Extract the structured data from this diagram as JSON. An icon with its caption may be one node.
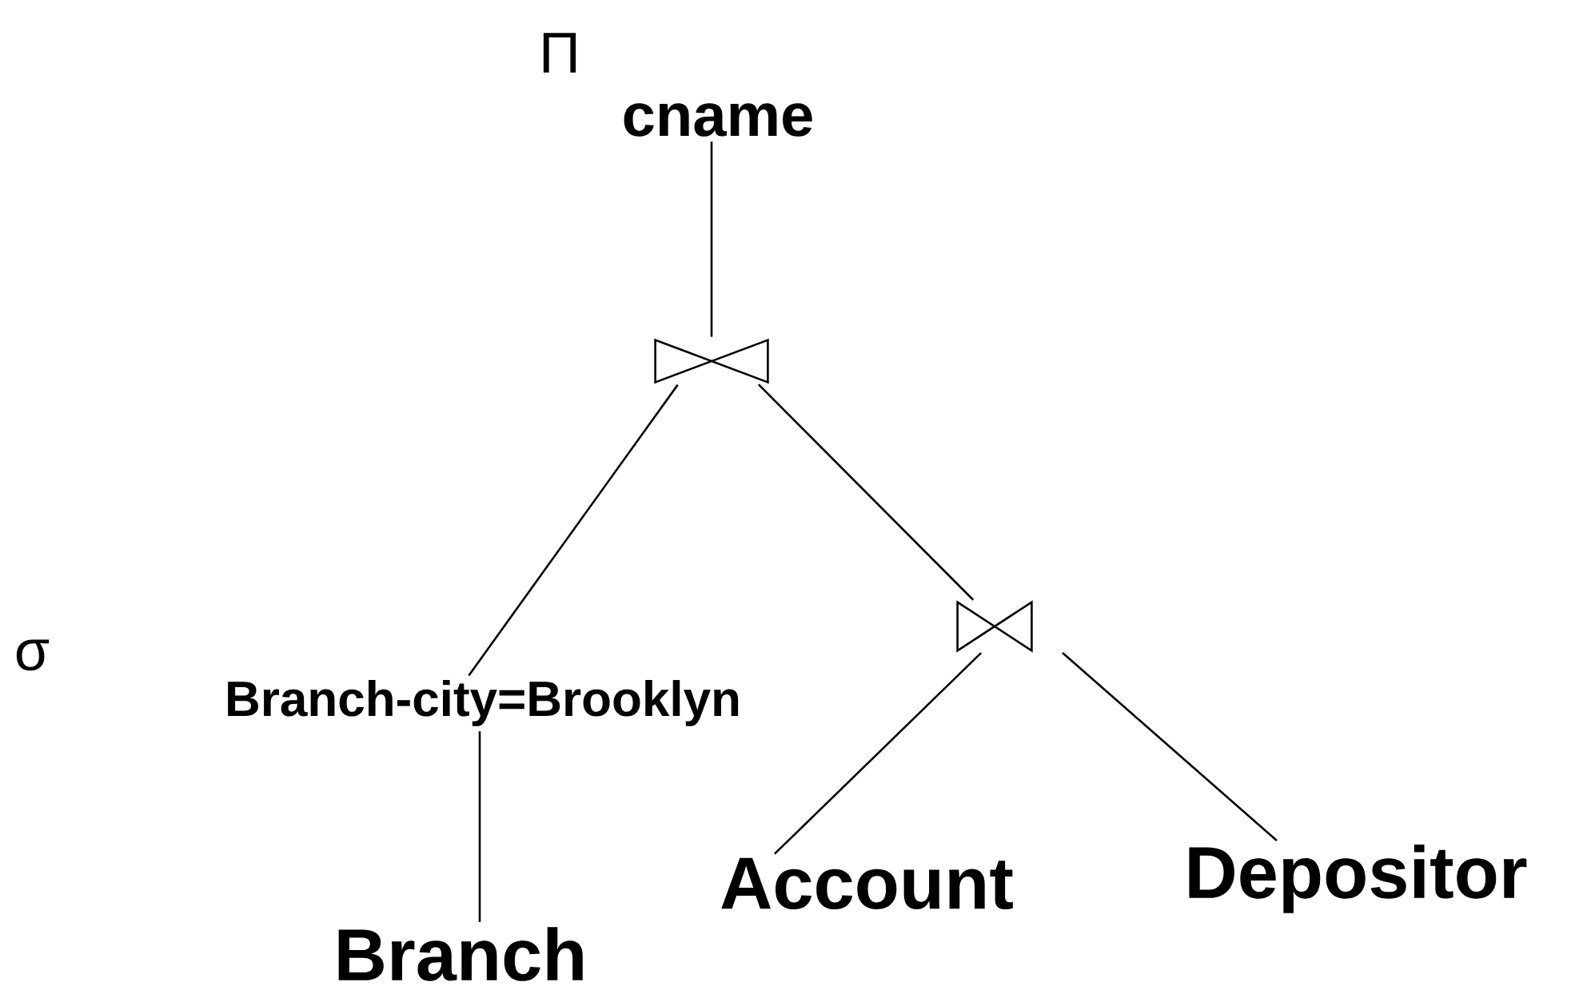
{
  "diagram": {
    "nodes": [
      {
        "text": [
          "Π",
          "cname"
        ]
      },
      {
        "text": [],
        "shape": "bowtie"
      },
      {
        "text": [
          "σ",
          "Branch-city=Brooklyn"
        ]
      },
      {
        "text": [],
        "shape": "bowtie"
      },
      {
        "text": [
          "Branch"
        ]
      },
      {
        "text": [
          "Account"
        ]
      },
      {
        "text": [
          "Depositor"
        ]
      }
    ],
    "edges": [
      {
        "from": 0,
        "to": 1,
        "arrow": "none"
      },
      {
        "from": 1,
        "to": 2,
        "arrow": "none"
      },
      {
        "from": 1,
        "to": 3,
        "arrow": "none"
      },
      {
        "from": 2,
        "to": 4,
        "arrow": "none"
      },
      {
        "from": 3,
        "to": 5,
        "arrow": "none"
      },
      {
        "from": 3,
        "to": 6,
        "arrow": "none"
      }
    ]
  }
}
